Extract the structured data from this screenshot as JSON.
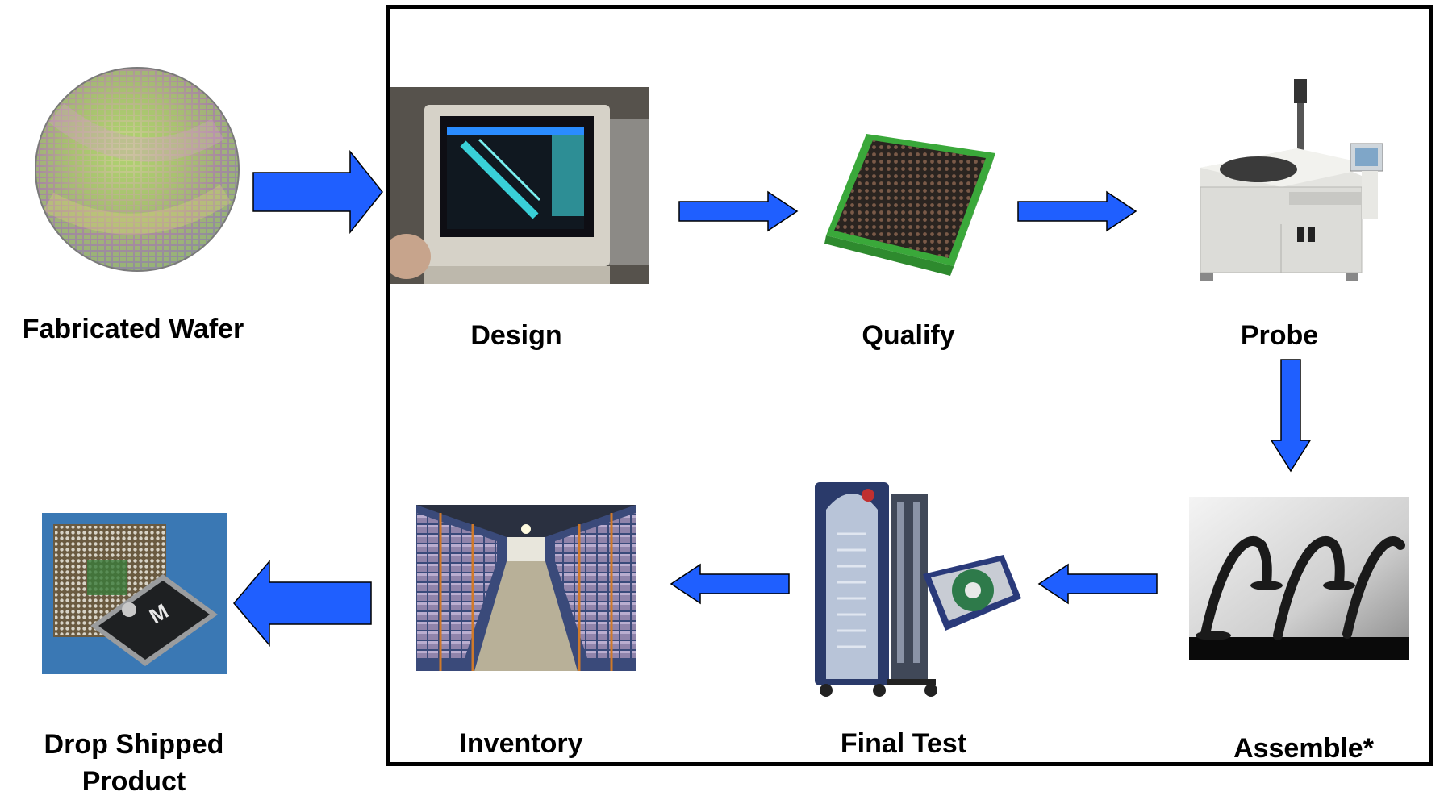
{
  "stages": {
    "wafer": {
      "label": "Fabricated Wafer"
    },
    "design": {
      "label": "Design"
    },
    "qualify": {
      "label": "Qualify"
    },
    "probe": {
      "label": "Probe"
    },
    "assemble": {
      "label": "Assemble*"
    },
    "final_test": {
      "label": "Final Test"
    },
    "inventory": {
      "label": "Inventory"
    },
    "product": {
      "label_line1": "Drop Shipped",
      "label_line2": "Product"
    }
  },
  "colors": {
    "arrow_fill": "#1f5fff",
    "frame": "#000000",
    "label": "#000000"
  },
  "icons": {
    "wafer": "silicon-wafer-photo",
    "design": "cad-monitor-photo",
    "qualify": "probe-card-photo",
    "probe": "wafer-prober-photo",
    "assemble": "wire-bond-photo",
    "final_test": "test-handler-photo",
    "inventory": "warehouse-photo",
    "product": "packaged-chip-photo"
  }
}
